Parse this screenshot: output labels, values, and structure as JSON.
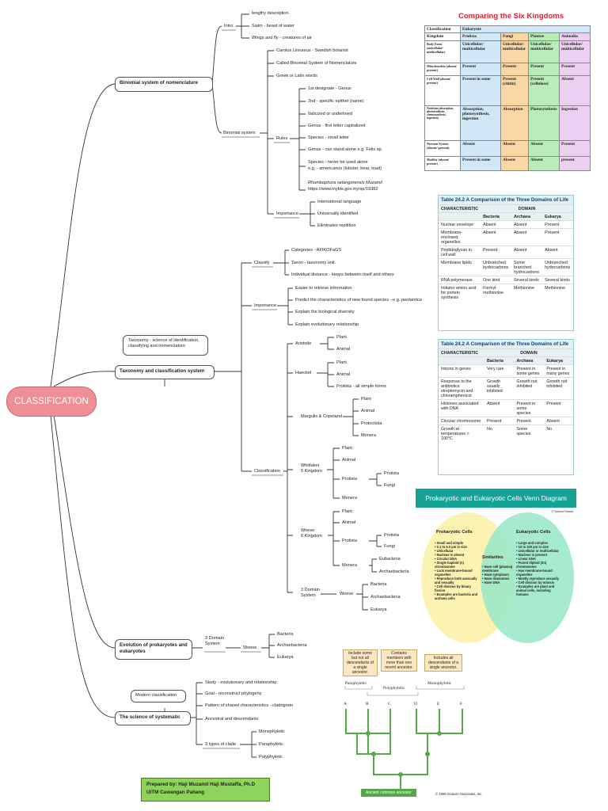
{
  "center": "CLASSIFICATION",
  "binomial": {
    "title": "Binomial system of nomenclature",
    "intro": "Intro",
    "intro_items": [
      "lengthy description",
      "Swim - beast of water",
      "Wings and fly - creatures of air"
    ],
    "system": "Binomial system",
    "system_items": [
      "Carolus Linnaeus - Swedish botanist",
      "Called Binomial System of Nomenclature",
      "Greek or Latin words"
    ],
    "rules": "Rules",
    "rules_items": [
      "1st designate - Genus",
      "2nd - specific epithet (name)",
      "Italicized or underlined",
      "Genus - first letter capitalized",
      "Species - small letter",
      "Genus -  can stand alone e.g. Felis sp.",
      "Species - never be used alone",
      "e.g. - americanus (lobster, bear, toad)",
      "Rhombophora selangorensis Muzamil",
      "https://www.mybis.gov.my/sp/19382"
    ],
    "importance": "Importance",
    "importance_items": [
      "International language",
      "Universally identified",
      "Eliminates repitition"
    ]
  },
  "taxonomy": {
    "title": "Taxonomy and classification system",
    "note": "Taxonomy - science of identification, classifying and nomenclature",
    "classify": "Classify",
    "classify_items": [
      "Categories - AFIKOFaGS",
      "Taxon - taxonomy unit.",
      "Individual distance - keeps between itself and others"
    ],
    "importance": "Importance",
    "importance_items": [
      "Easier to retrieve information",
      "Predict the characteristics of new found species - e.g. ",
      "pentamica",
      "Explain the biological diversity",
      "Explain evolutionary relationship"
    ],
    "classification": "Classification",
    "aristotle": "Aristotle",
    "haeckel": "Haeckel",
    "margulis": "Margulis & Copeland",
    "whittaker": "Whittaker\n5 Kingdom",
    "woese6": "Woese\n6 Kingdom",
    "domain3": "3 Domain\nSystem",
    "woese": "Woese",
    "plant": "Plant",
    "animal": "Animal",
    "protista_all": "Protista - all simple forms",
    "protoctista": "Protoctista",
    "monera": "Monera",
    "protista": "Protista",
    "fungi": "Fungi",
    "eubacteria": "Eubacteria",
    "archaebacteria": "Archaebacteria",
    "bacteria": "Bacteria",
    "eukarya": "Eukarya"
  },
  "evolution": {
    "title": "Evolution of prokaryotes and eukaryotes",
    "domain3": "3 Domain\nSystem",
    "woese": "Woese",
    "items": [
      "Bacteria",
      "Archaebacteria",
      "Eukarya"
    ]
  },
  "systematic": {
    "title": "The science of systematic",
    "note": "Modern classification",
    "items": [
      "Study - evolutionary and relationship",
      "Goal - reconstruct phylogeny",
      "Pattern of shared characteristics - cladogram",
      "Ancestral and descendants"
    ],
    "clade_label": "3 types of clade",
    "clades": [
      "Monophyletic",
      "Paraphyletic",
      "Polyphyletic"
    ]
  },
  "prepared": {
    "line1": "Prepared by: Haji Muzamil Haji Mustaffa, Ph.D",
    "line2": "UiTM Cawangan Pahang"
  },
  "six_kingdoms": {
    "title": "Comparing the Six Kingdoms",
    "rows": [
      [
        "Classification",
        "Eukaryote",
        "",
        "",
        ""
      ],
      [
        "Kingdom",
        "Protista",
        "Fungi",
        "Plantae",
        "Animalia"
      ],
      [
        "Body Form (unicellular/ multicellular)",
        "Unicellular/ multicellular",
        "Unicellular/ multicellular",
        "Unicellular/ multicellular",
        "Unicellular/ multicellular"
      ],
      [
        "Mitochondria (absent/ present)",
        "Present",
        "Present",
        "Present",
        "Present"
      ],
      [
        "Cell Wall (absent/ present)",
        "Present in some",
        "Present (chitin)",
        "Present (cellulose)",
        "Absent"
      ],
      [
        "Nutrition (absorption, photosynthesis, chemosynthesis, ingestion)",
        "Absorption, photosynthesis, ingestion",
        "Absorption",
        "Photosynthesis",
        "Ingestion"
      ],
      [
        "Nervous System (absent/ present)",
        "Absent",
        "Absent",
        "Absent",
        "Present"
      ],
      [
        "Motility (absent/ present)",
        "Present in some",
        "Absent",
        "Absent",
        "present"
      ]
    ]
  },
  "domains1": {
    "title": "Table 24.2 A Comparison of the Three Domains of Life",
    "head": [
      "CHARACTERISTIC",
      "DOMAIN"
    ],
    "cols": [
      "",
      "Bacteria",
      "Archaea",
      "Eukarya"
    ],
    "rows": [
      [
        "Nuclear envelope",
        "Absent",
        "Absent",
        "Present"
      ],
      [
        "Membrane-enclosed organelles",
        "Absent",
        "Absent",
        "Present"
      ],
      [
        "Peptidoglycan in cell wall",
        "Present",
        "Absent",
        "Absent"
      ],
      [
        "Membrane lipids",
        "Unbranched hydrocarbons",
        "Some branched hydrocarbons",
        "Unbranched hydrocarbons"
      ],
      [
        "RNA polymerase",
        "One kind",
        "Several kinds",
        "Several kinds"
      ],
      [
        "Initiator amino acid for protein synthesis",
        "Formyl-methionine",
        "Methionine",
        "Methionine"
      ]
    ]
  },
  "domains2": {
    "title": "Table 24.2 A Comparison of the Three Domains of Life",
    "head": [
      "CHARACTERISTIC",
      "DOMAIN"
    ],
    "cols": [
      "",
      "Bacteria",
      "Archaea",
      "Eukarya"
    ],
    "rows": [
      [
        "Introns in genes",
        "Very rare",
        "Present in some genes",
        "Present in many genes"
      ],
      [
        "Response to the antibiotics streptomycin and chloramphenicol",
        "Growth usually inhibited",
        "Growth not inhibited",
        "Growth not inhibited"
      ],
      [
        "Histones associated with DNA",
        "Absent",
        "Present in some species",
        "Present"
      ],
      [
        "Circular chromosome",
        "Present",
        "Present",
        "Absent"
      ],
      [
        "Growth at temperatures > 100°C",
        "No",
        "Some species",
        "No"
      ]
    ]
  },
  "venn": {
    "title": "Prokaryotic and Eukaryotic  Cells Venn Diagram",
    "credit": "© ScienceTrends",
    "left_title": "Prokaryotic Cells",
    "left_items": [
      "• Small and simple",
      "• 0.1 to 5.0 µm in size",
      "• Unicellular",
      "• Nucleus is absent",
      "• Circular DNA",
      "• Single haploid (n) chromosome",
      "• Lack membrane-bound organelles",
      "• Reproduce both asexually and sexually",
      "• Cell division by binary fission",
      "• Examples are bacteria and archaea cells"
    ],
    "mid_title": "Similarities",
    "mid_items": [
      "• Have cell (plasma) membrane",
      "• Have cytoplasm",
      "• Have ribosomes",
      "• Have DNA"
    ],
    "right_title": "Eukaryotic Cells",
    "right_items": [
      "• Large and complex",
      "• 10 to 100 µm in size",
      "• Unicellular or multicellular",
      "• Nucleus is present",
      "• Linear DNA",
      "• Paired diploid (2n) chromosome",
      "• Has membrane-bound organelles",
      "• Mostly reproduce sexually",
      "• Cell division by mitosis",
      "• Examples are plant and animal cells, including humans"
    ]
  },
  "cladogram": {
    "notes": [
      "Include some but not all descendants of a single ancestor.",
      "Contains members with more than one recent ancestor.",
      "Includes all descendants of a single ancestor."
    ],
    "groups": [
      "Paraphyletic",
      "Polyphyletic",
      "Monophyletic"
    ],
    "taxa": [
      "A",
      "B",
      "C",
      "D",
      "E",
      "F"
    ],
    "ancestor": "Ancient common ancestor",
    "credit": "© 1999 Sinauer Associates, Inc.",
    "line_color": "#55a84a"
  }
}
